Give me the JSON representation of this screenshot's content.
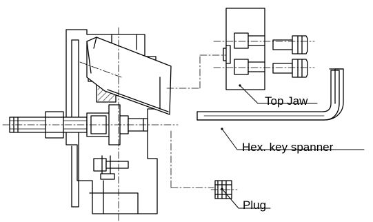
{
  "labels": {
    "top_jaw": "Top Jaw",
    "hex_key_spanner": "Hex. key spanner",
    "plug": "Plug"
  },
  "colors": {
    "line": "#000000",
    "hatch": "#6a6a6a",
    "background": "#ffffff"
  }
}
